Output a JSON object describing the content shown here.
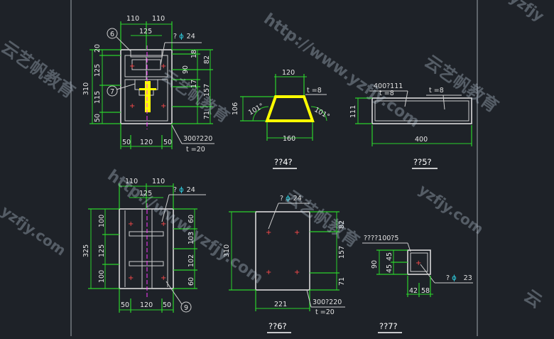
{
  "colors": {
    "background": "#1e2228",
    "dimension": "#2bd32b",
    "outline": "#d9d9d9",
    "highlight": "#ffff00",
    "centerline": "#ff3cff",
    "rebar_mark": "#ff4b4b",
    "phi": "#2fd4e6"
  },
  "section1": {
    "top_dims": [
      "110",
      "110",
      "125"
    ],
    "callout_6": "6",
    "callout_7": "7",
    "bar_label": "? ",
    "bar_phi": "ϕ",
    "bar_size": "24",
    "left_dims": [
      "20",
      "125",
      "115",
      "50"
    ],
    "left_total": "310",
    "right_dims": [
      "18",
      "82",
      "90",
      "17",
      "157",
      "71"
    ],
    "bottom_dims": [
      "50",
      "120",
      "50"
    ],
    "plate_label": "300?220",
    "plate_thk": "t =20"
  },
  "section2": {
    "top_dims": [
      "110",
      "110",
      "125"
    ],
    "bar_label": "? ",
    "bar_phi": "ϕ",
    "bar_size": "24",
    "left_dims": [
      "100",
      "125",
      "100"
    ],
    "left_total": "325",
    "right_dims": [
      "60",
      "103",
      "102",
      "60"
    ],
    "bottom_dims": [
      "50",
      "120",
      "50"
    ],
    "callout_9": "9"
  },
  "section4": {
    "top": "120",
    "thk": "t =8",
    "height": "106",
    "angle_left": "101°",
    "angle_right": "101°",
    "bottom": "160",
    "caption": "??4?"
  },
  "section5": {
    "label": "400?111",
    "thk_left": "t =8",
    "thk_right": "t =8",
    "height": "111",
    "width": "400",
    "caption": "??5?"
  },
  "section6": {
    "bar_label": "? ",
    "bar_phi": "ϕ",
    "bar_size": "24",
    "height": "310",
    "right_dims": [
      "82",
      "157",
      "71"
    ],
    "width": "221",
    "plate_label": "300?220",
    "plate_thk": "t =20",
    "caption": "??6?"
  },
  "section7": {
    "label": "????100?5",
    "left_dims": [
      "90",
      "45",
      "45"
    ],
    "bar_label": "? ",
    "bar_phi": "ϕ",
    "bar_size": "23",
    "bottom_dims": [
      "42",
      "58"
    ],
    "caption": "??7?"
  },
  "watermarks": [
    "http://www.yzfjy.com",
    "云艺帆教育",
    "yzfjy.com",
    "yzfjy",
    "云艺帆教育",
    "http://www.yzfjy.com",
    "云艺帆教育",
    "yzfjy.com",
    "云艺帆教育",
    "云"
  ]
}
